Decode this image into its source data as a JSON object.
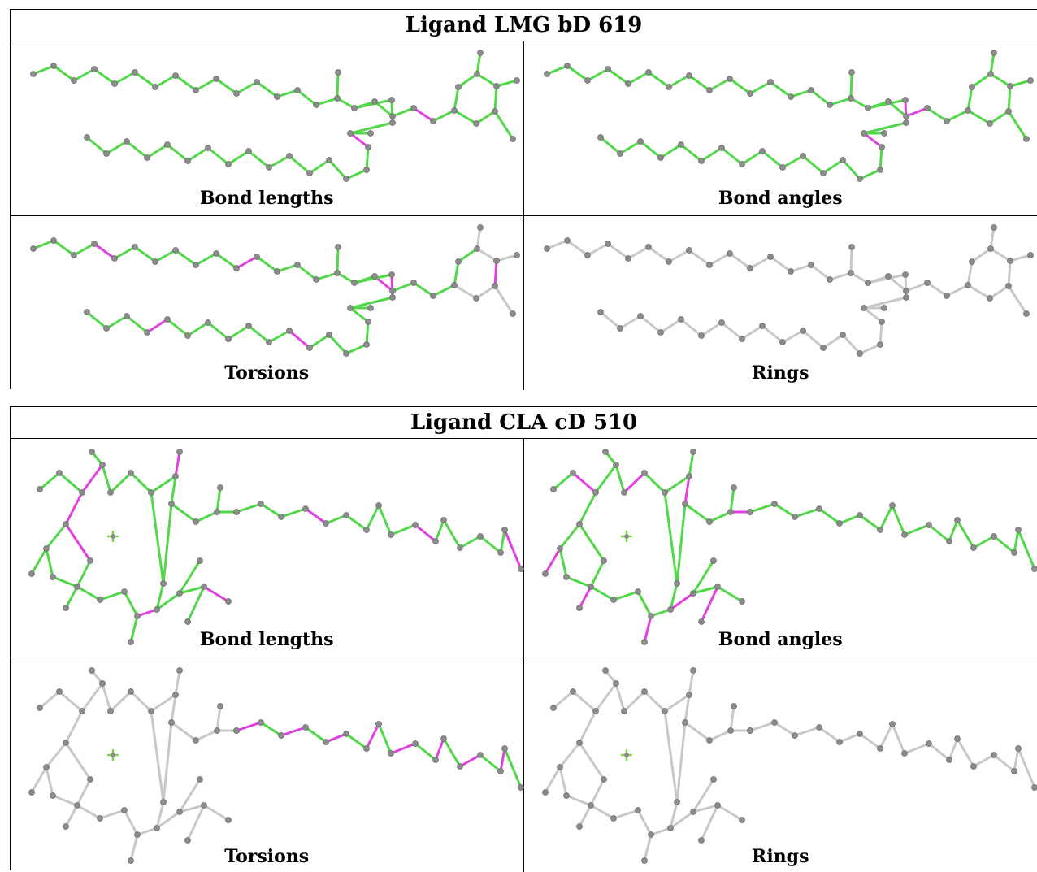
{
  "colors": {
    "ok": "#52d64a",
    "outlier": "#e040e0",
    "neutral": "#c8c8c8",
    "atom": "#8c8c8c",
    "metal": "#7fd64a"
  },
  "ligands": [
    {
      "title": "Ligand LMG bD 619",
      "panels": [
        {
          "caption": "Bond lengths",
          "scheme": "lmg_lengths"
        },
        {
          "caption": "Bond angles",
          "scheme": "lmg_angles"
        },
        {
          "caption": "Torsions",
          "scheme": "lmg_torsions"
        },
        {
          "caption": "Rings",
          "scheme": "lmg_rings"
        }
      ]
    },
    {
      "title": "Ligand CLA cD 510",
      "panels": [
        {
          "caption": "Bond lengths",
          "scheme": "cla_lengths"
        },
        {
          "caption": "Bond angles",
          "scheme": "cla_angles"
        },
        {
          "caption": "Torsions",
          "scheme": "cla_torsions"
        },
        {
          "caption": "Rings",
          "scheme": "cla_rings"
        }
      ]
    }
  ]
}
